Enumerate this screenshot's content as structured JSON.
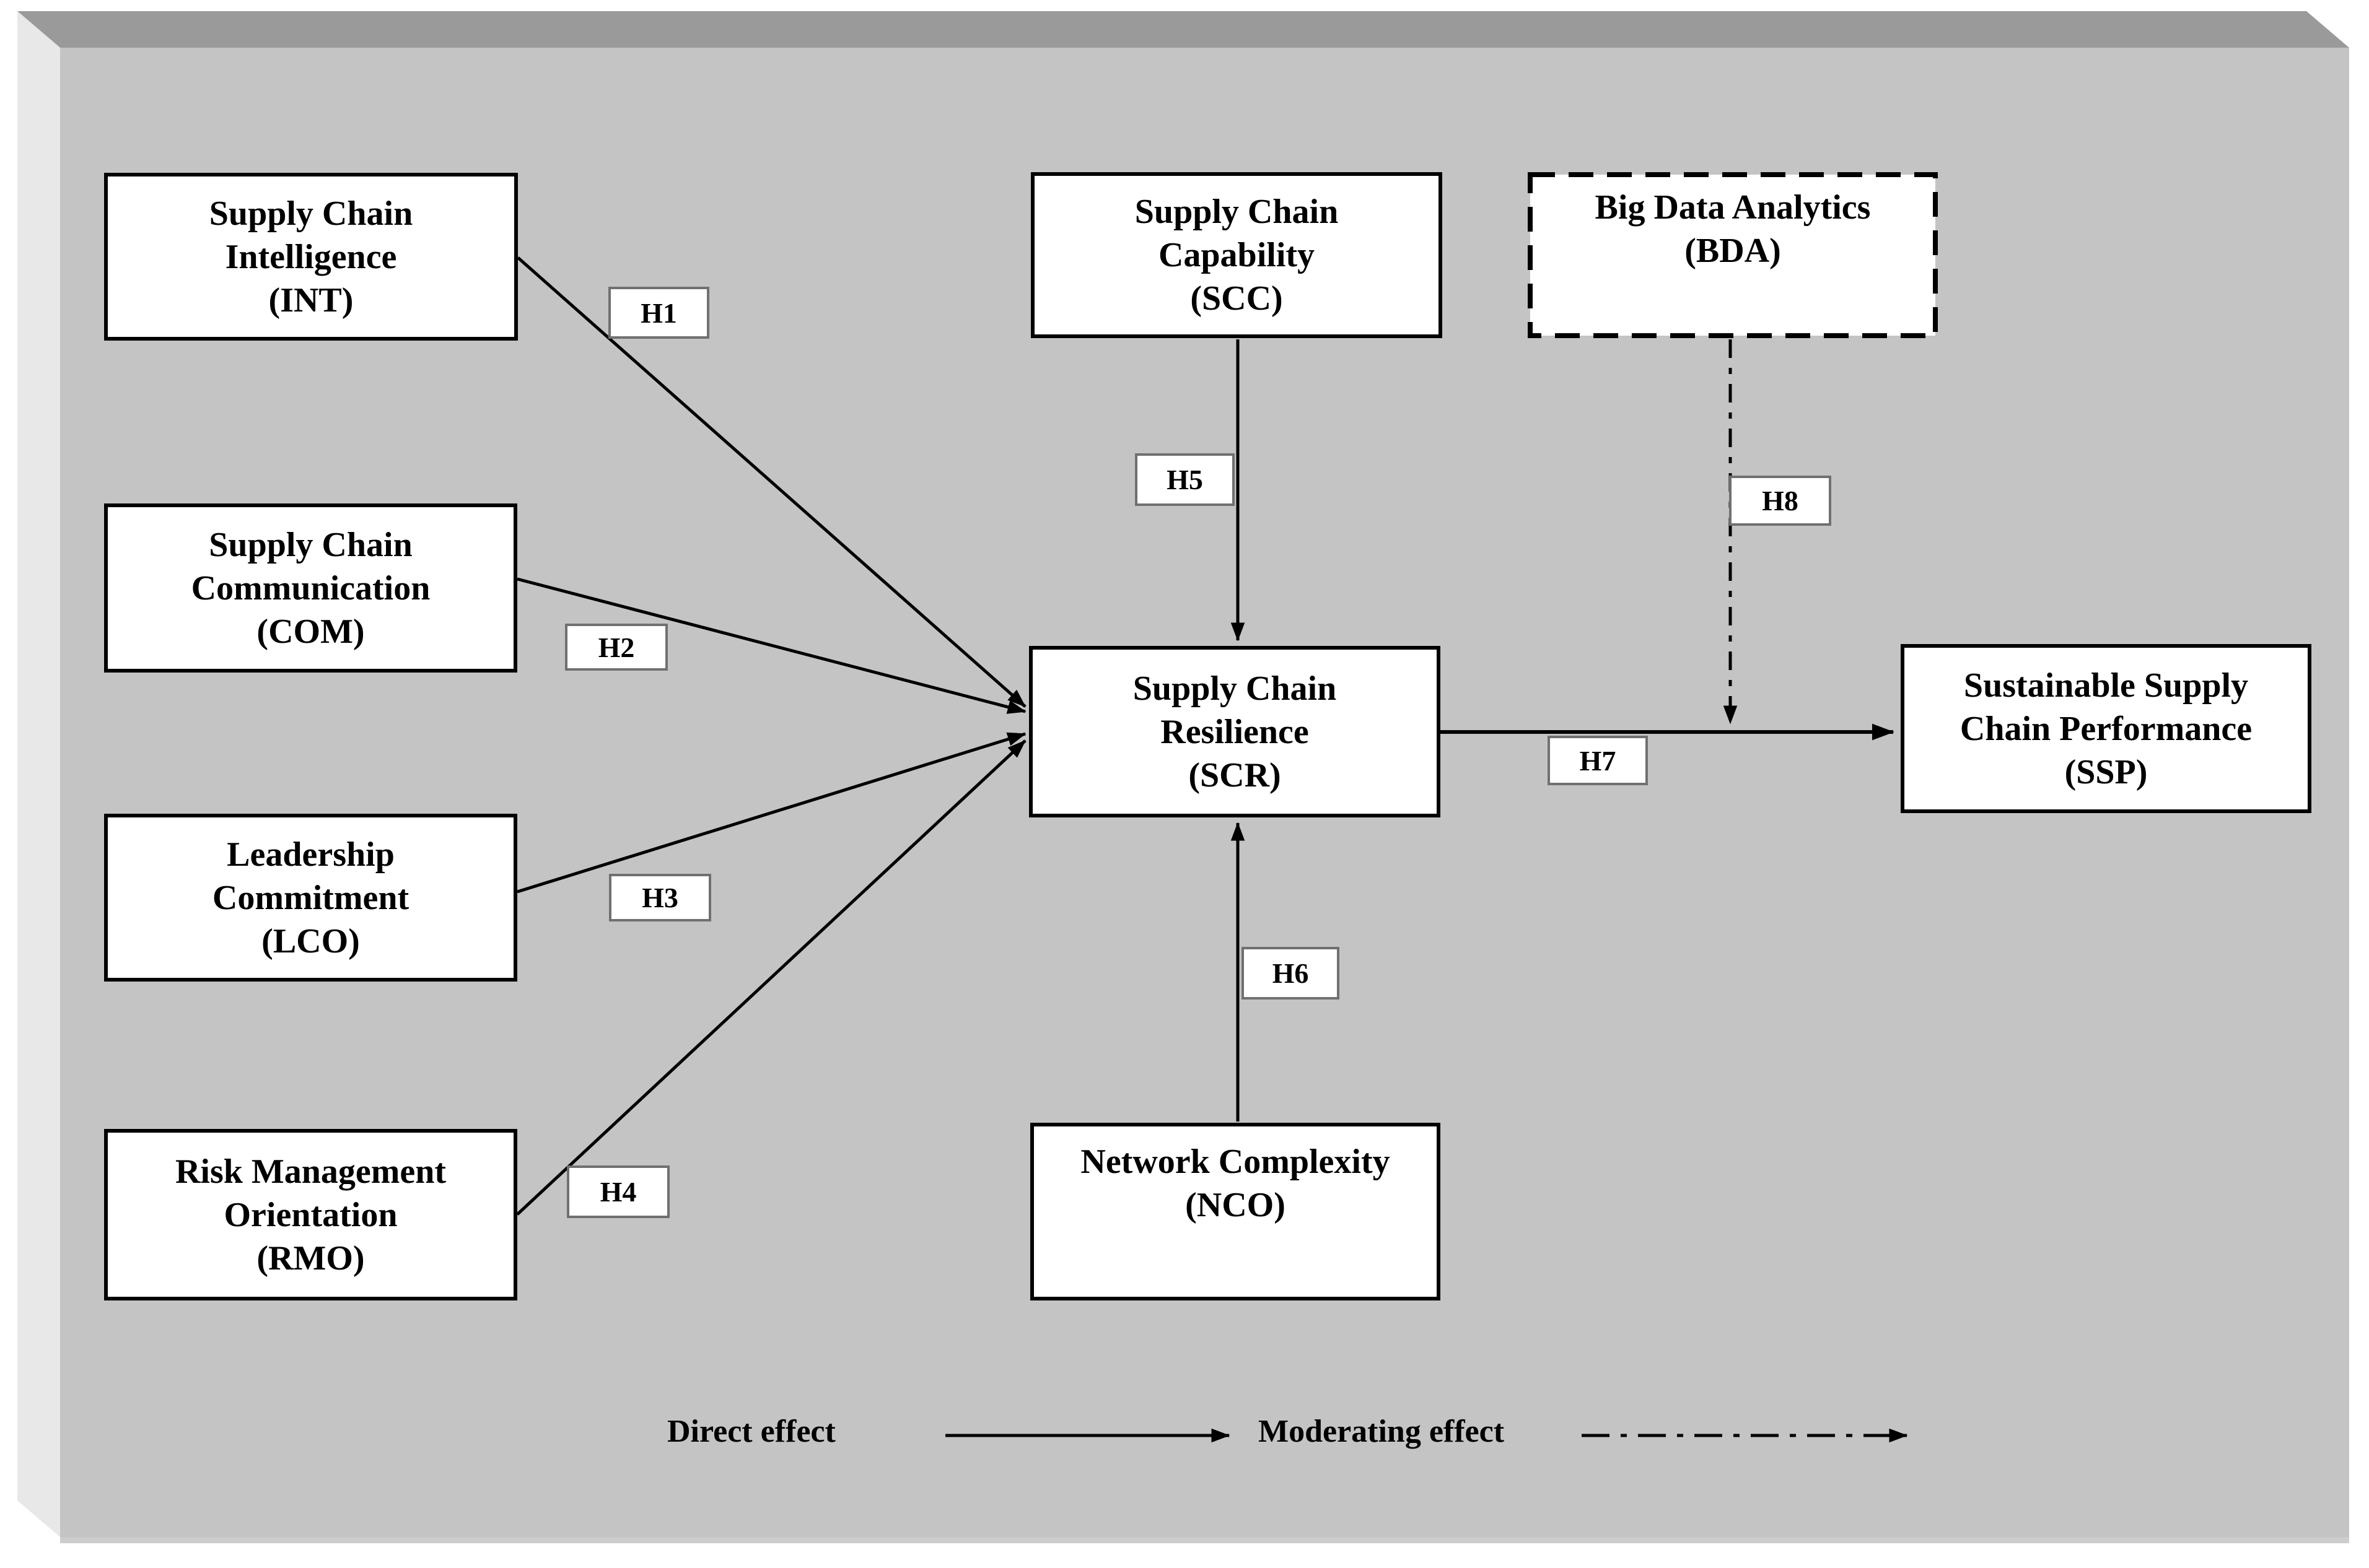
{
  "boxes": {
    "int": {
      "lines": [
        "Supply Chain",
        "Intelligence",
        "(INT)"
      ]
    },
    "com": {
      "lines": [
        "Supply Chain",
        "Communication",
        "(COM)"
      ]
    },
    "lco": {
      "lines": [
        "Leadership",
        "Commitment",
        "(LCO)"
      ]
    },
    "rmo": {
      "lines": [
        "Risk Management",
        "Orientation",
        "(RMO)"
      ]
    },
    "scc": {
      "lines": [
        "Supply Chain",
        "Capability",
        "(SCC)"
      ]
    },
    "bda": {
      "lines": [
        "Big Data Analytics",
        "(BDA)"
      ]
    },
    "scr": {
      "lines": [
        "Supply Chain",
        "Resilience",
        "(SCR)"
      ]
    },
    "nco": {
      "lines": [
        "Network Complexity",
        "(NCO)"
      ]
    },
    "ssp": {
      "lines": [
        "Sustainable Supply",
        "Chain Performance",
        "(SSP)"
      ]
    }
  },
  "hypothesis_labels": {
    "h1": "H1",
    "h2": "H2",
    "h3": "H3",
    "h4": "H4",
    "h5": "H5",
    "h6": "H6",
    "h7": "H7",
    "h8": "H8"
  },
  "legend": {
    "direct": "Direct effect",
    "moderating": "Moderating effect"
  },
  "colors": {
    "page_background": "#ffffff",
    "panel_front": "#c4c4c4",
    "panel_top_bevel": "#9a9a9a",
    "panel_left_bevel": "#e8e8e8",
    "panel_bottom_edge": "#cdcdcd",
    "box_fill": "#ffffff",
    "box_border": "#000000",
    "hypothesis_box_border": "#707070",
    "arrow_line": "#000000",
    "text": "#000000"
  }
}
